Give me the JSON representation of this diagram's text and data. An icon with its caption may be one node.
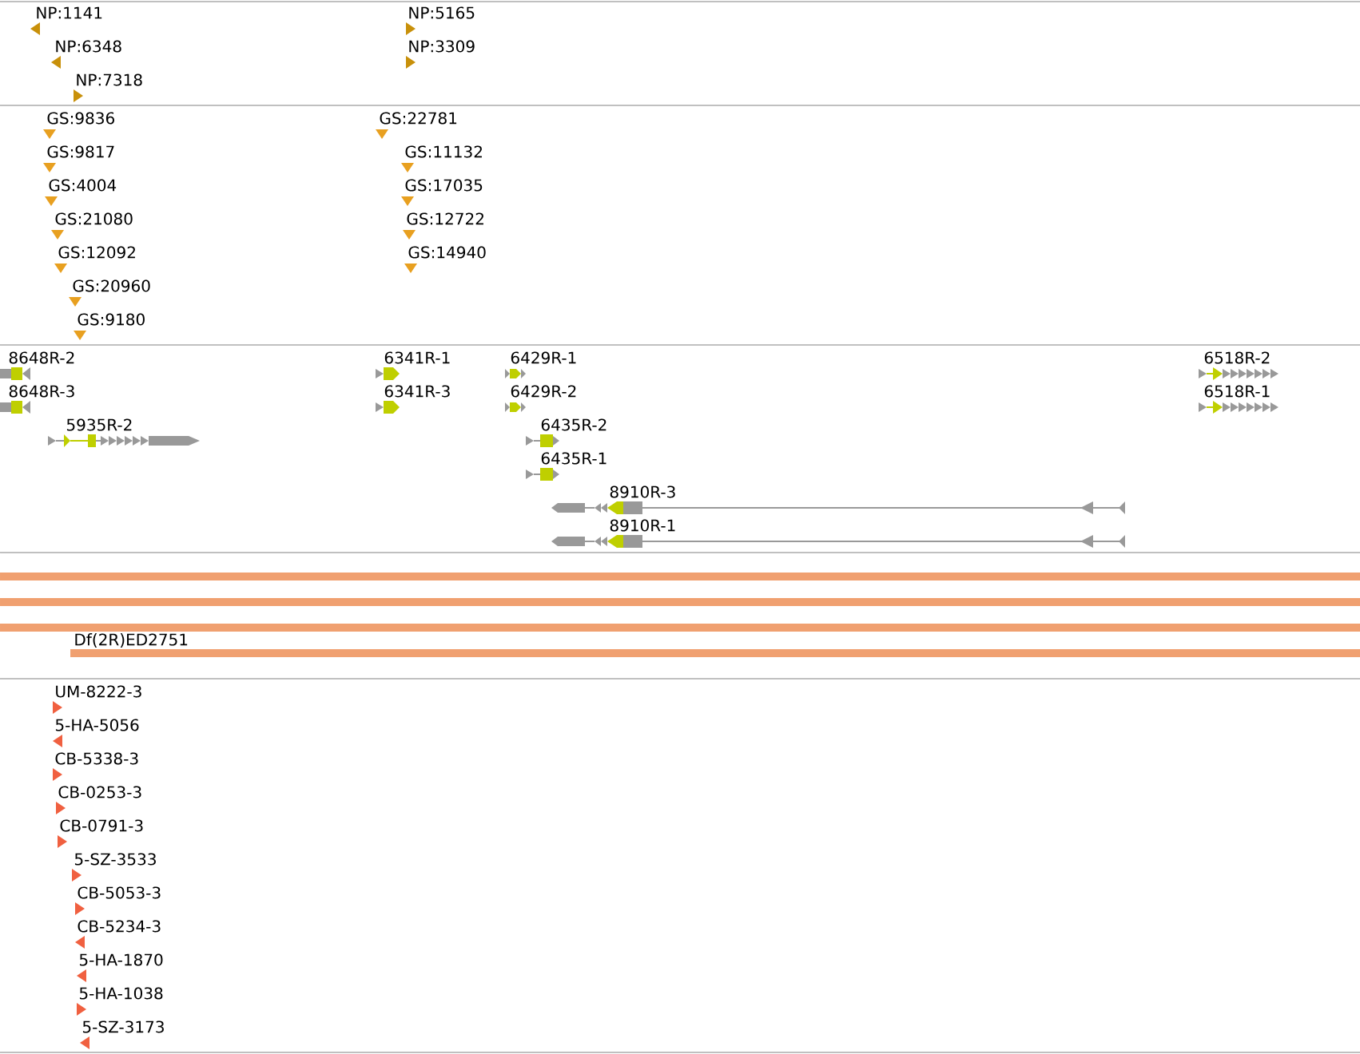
{
  "diagram": {
    "labels": [
      "NP:1141",
      "NP:5165",
      "NP:6348",
      "NP:3309",
      "NP:7318",
      "GS:9836",
      "GS:22781",
      "GS:9817",
      "GS:11132",
      "GS:4004",
      "GS:17035",
      "GS:21080",
      "GS:12722",
      "GS:12092",
      "GS:14940",
      "GS:20960",
      "GS:9180",
      "8648R-2",
      "6341R-1",
      "6429R-1",
      "6518R-2",
      "8648R-3",
      "6341R-3",
      "6429R-2",
      "6518R-1",
      "5935R-2",
      "6435R-2",
      "6435R-1",
      "8910R-3",
      "8910R-1",
      "Df(2R)ED2751",
      "UM-8222-3",
      "5-HA-5056",
      "CB-5338-3",
      "CB-0253-3",
      "CB-0791-3",
      "5-SZ-3533",
      "CB-5053-3",
      "CB-5234-3",
      "5-HA-1870",
      "5-HA-1038",
      "5-SZ-3173"
    ]
  }
}
